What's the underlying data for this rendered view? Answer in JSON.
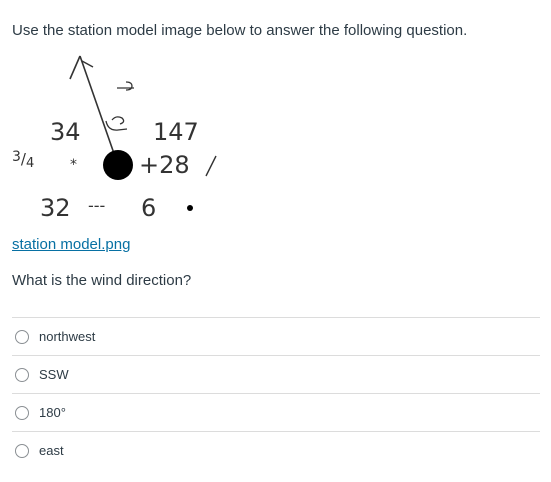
{
  "quiz": {
    "prompt": "Use the station model image below to answer the following question.",
    "image_link": "station model.png",
    "question": "What is the wind direction?",
    "answers": [
      "northwest",
      "SSW",
      "180°",
      "east"
    ]
  },
  "station_model": {
    "dew_point_top": "34",
    "pressure": "147",
    "visibility_num": "3",
    "visibility_den": "4",
    "present_weather_symbol": "*",
    "pressure_change": "+28",
    "temperature": "32",
    "dashes": "---",
    "six": "6"
  },
  "colors": {
    "link": "#0770a3",
    "text": "#2d3b45",
    "divider": "#dcdcdc"
  }
}
